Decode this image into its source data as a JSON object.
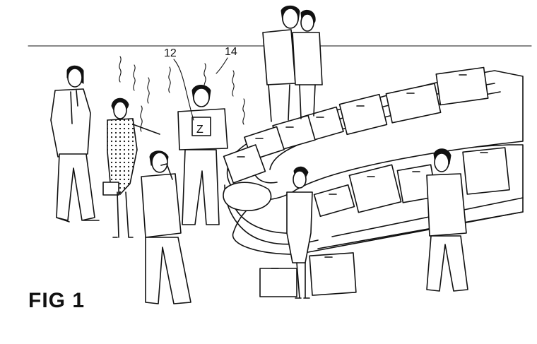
{
  "figure": {
    "label": "FIG 1",
    "reference_numerals": [
      "12",
      "14"
    ],
    "jacket_letter": "Z"
  }
}
